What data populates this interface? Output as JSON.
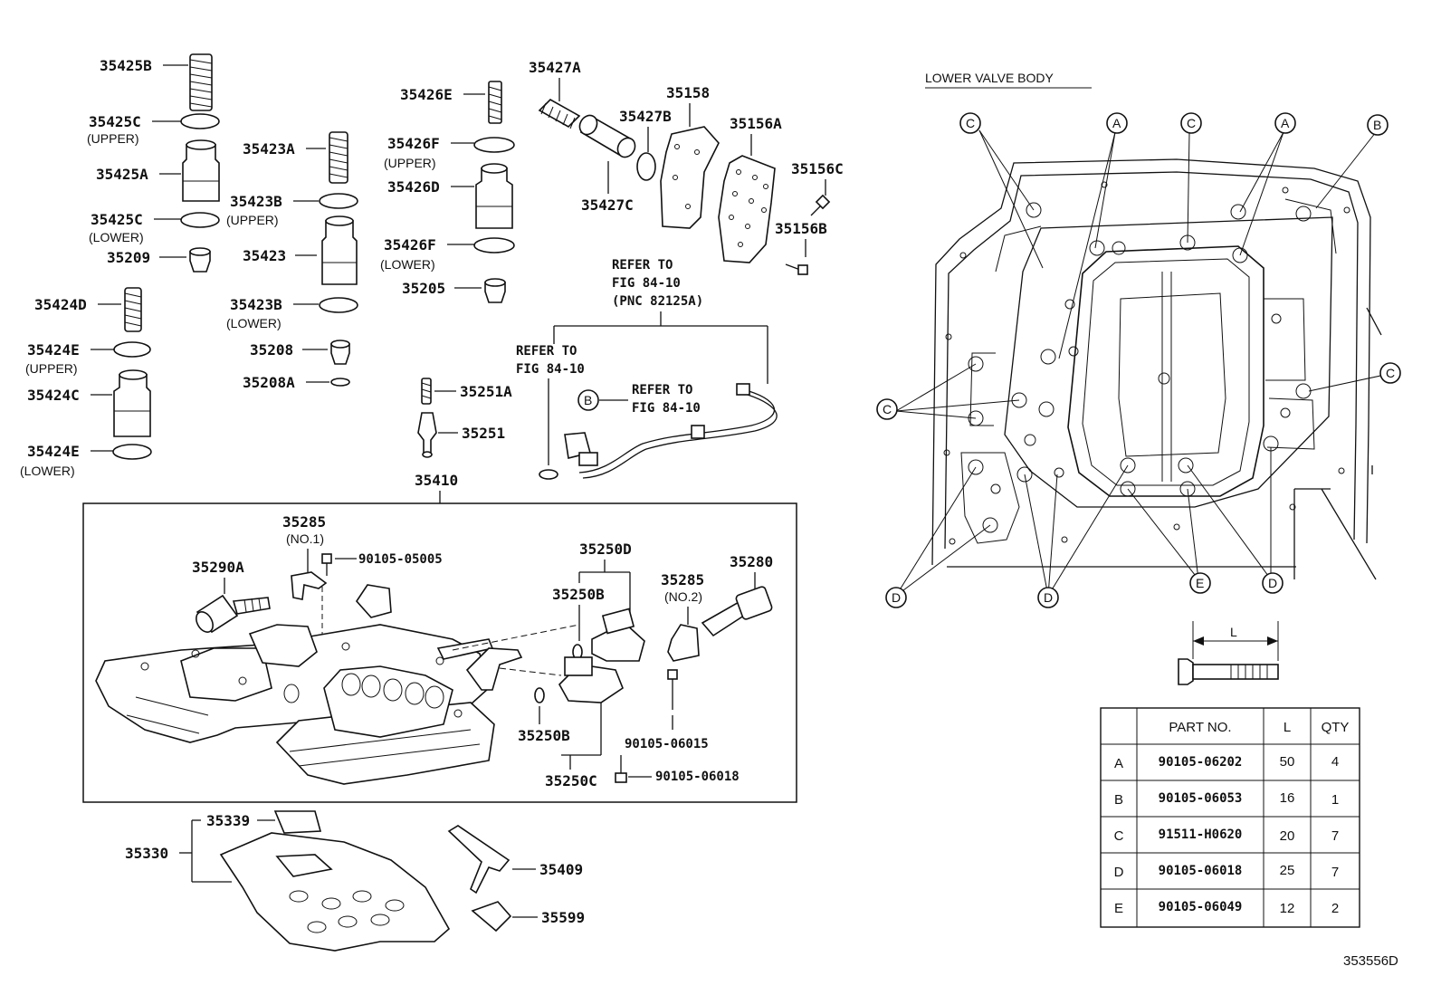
{
  "left_parts": {
    "p35425B": "35425B",
    "p35425C_upper": "35425C",
    "upper1": "(UPPER)",
    "p35425A": "35425A",
    "p35425C_lower": "35425C",
    "lower1": "(LOWER)",
    "p35209": "35209",
    "p35424D": "35424D",
    "p35424E_upper": "35424E",
    "upper2": "(UPPER)",
    "p35424C": "35424C",
    "p35424E_lower": "35424E",
    "lower2": "(LOWER)",
    "p35423A": "35423A",
    "p35423B_upper": "35423B",
    "upper3": "(UPPER)",
    "p35423": "35423",
    "p35423B_lower": "35423B",
    "lower3": "(LOWER)",
    "p35208": "35208",
    "p35208A": "35208A",
    "p35426E": "35426E",
    "p35426F_upper": "35426F",
    "upper4": "(UPPER)",
    "p35426D": "35426D",
    "p35426F_lower": "35426F",
    "lower4": "(LOWER)",
    "p35205": "35205",
    "p35427A": "35427A",
    "p35427B": "35427B",
    "p35427C": "35427C",
    "p35158": "35158",
    "p35156A": "35156A",
    "p35156C": "35156C",
    "p35156B": "35156B",
    "p35251A": "35251A",
    "p35251": "35251",
    "p35410": "35410"
  },
  "refer": {
    "r1_l1": "REFER TO",
    "r1_l2": "FIG 84-10",
    "r1_l3": "(PNC 82125A)",
    "r2_l1": "REFER TO",
    "r2_l2": "FIG 84-10",
    "r3_l1": "REFER TO",
    "r3_l2": "FIG 84-10",
    "b_marker": "B"
  },
  "box_parts": {
    "p35285_no1": "35285",
    "no1": "(NO.1)",
    "bolt1": "90105-05005",
    "p35290A": "35290A",
    "p35250D": "35250D",
    "p35250B_top": "35250B",
    "p35285_no2": "35285",
    "no2": "(NO.2)",
    "p35280": "35280",
    "p35250B_bottom": "35250B",
    "bolt2": "90105-06015",
    "p35250C": "35250C",
    "bolt3": "90105-06018"
  },
  "bottom_parts": {
    "p35339": "35339",
    "p35330": "35330",
    "p35409": "35409",
    "p35599": "35599"
  },
  "lower_valve_body": {
    "title": "LOWER VALVE BODY",
    "callouts": [
      "C",
      "A",
      "C",
      "A",
      "B",
      "C",
      "C",
      "D",
      "D",
      "E",
      "D"
    ],
    "dim_label": "L"
  },
  "bolt_table": {
    "headers": [
      "",
      "PART NO.",
      "L",
      "QTY"
    ],
    "rows": [
      [
        "A",
        "90105-06202",
        "50",
        "4"
      ],
      [
        "B",
        "90105-06053",
        "16",
        "1"
      ],
      [
        "C",
        "91511-H0620",
        "20",
        "7"
      ],
      [
        "D",
        "90105-06018",
        "25",
        "7"
      ],
      [
        "E",
        "90105-06049",
        "12",
        "2"
      ]
    ]
  },
  "drawing_id": "353556D"
}
